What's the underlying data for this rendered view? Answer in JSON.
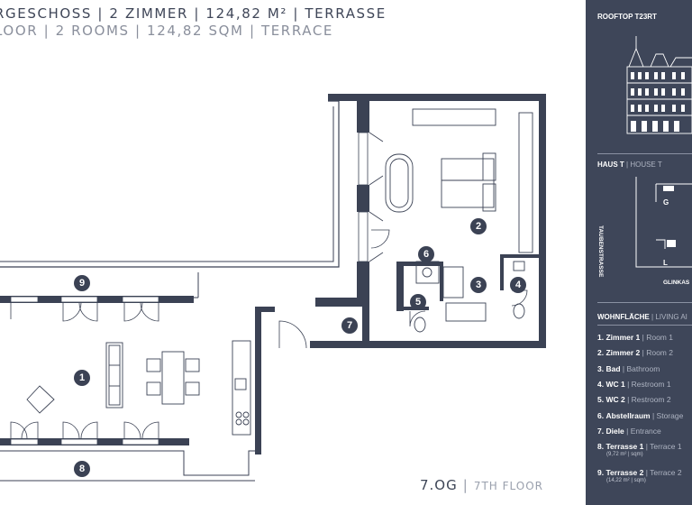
{
  "header": {
    "line1": "RGESCHOSS | 2 ZIMMER | 124,82 M² | TERRASSE",
    "line2": "LOOR | 2 ROOMS | 124,82 SQM | TERRACE"
  },
  "floor_label": {
    "de": "7.OG",
    "sep": "|",
    "en": "7TH FLOOR"
  },
  "plan_badges": [
    "9",
    "1",
    "8",
    "7",
    "6",
    "5",
    "3",
    "4",
    "2"
  ],
  "panel": {
    "rooftop_title": "ROOFTOP T23RT",
    "house_title": "HAUS T",
    "house_title_en": "| HOUSE T",
    "street_vertical": "TAUBENSTRASSE",
    "street_bottom": "GLINKAS",
    "marker_g": "G",
    "marker_l": "L",
    "area_title": "WOHNFLÄCHE",
    "area_title_en": "| LIVING AI",
    "rooms": [
      {
        "num": "1.",
        "de": "Zimmer 1",
        "en": "| Room 1",
        "sub": ""
      },
      {
        "num": "2.",
        "de": "Zimmer 2",
        "en": "| Room 2",
        "sub": ""
      },
      {
        "num": "3.",
        "de": "Bad",
        "en": "| Bathroom",
        "sub": ""
      },
      {
        "num": "4.",
        "de": "WC 1",
        "en": "| Restroom 1",
        "sub": ""
      },
      {
        "num": "5.",
        "de": "WC 2",
        "en": "| Restroom 2",
        "sub": ""
      },
      {
        "num": "6.",
        "de": "Abstellraum",
        "en": "| Storage",
        "sub": ""
      },
      {
        "num": "7.",
        "de": "Diele",
        "en": "| Entrance",
        "sub": ""
      },
      {
        "num": "8.",
        "de": "Terrasse 1",
        "en": "| Terrace 1",
        "sub": "(9,72 m² | sqm)"
      },
      {
        "num": "9.",
        "de": "Terrasse 2",
        "en": "| Terrace 2",
        "sub": "(14,22 m² | sqm)"
      }
    ]
  },
  "colors": {
    "panel_bg": "#3e4659",
    "wall": "#3b4254",
    "text": "#3d4556",
    "muted": "#8a8f9c"
  }
}
